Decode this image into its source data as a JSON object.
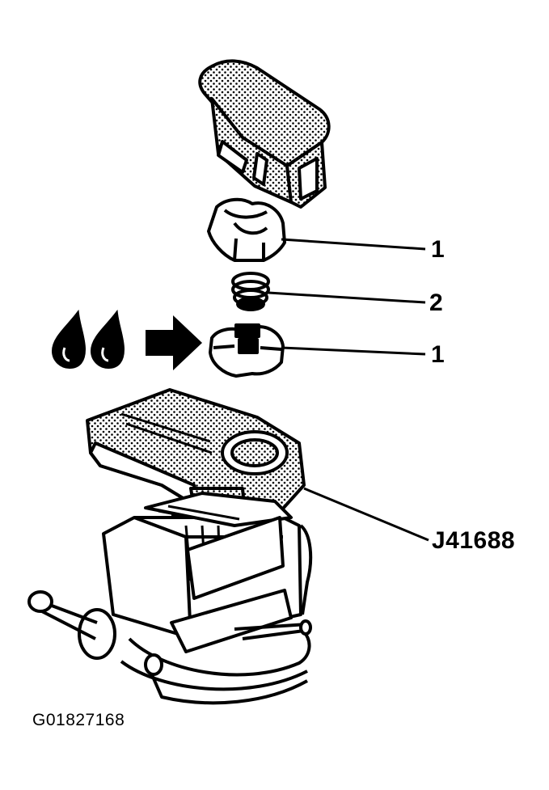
{
  "callouts": {
    "part_1_top": "1",
    "part_2": "2",
    "part_1_bottom": "1",
    "tool": "J41688"
  },
  "figure_id": "G01827168",
  "colors": {
    "ink": "#000000",
    "paper": "#ffffff"
  }
}
